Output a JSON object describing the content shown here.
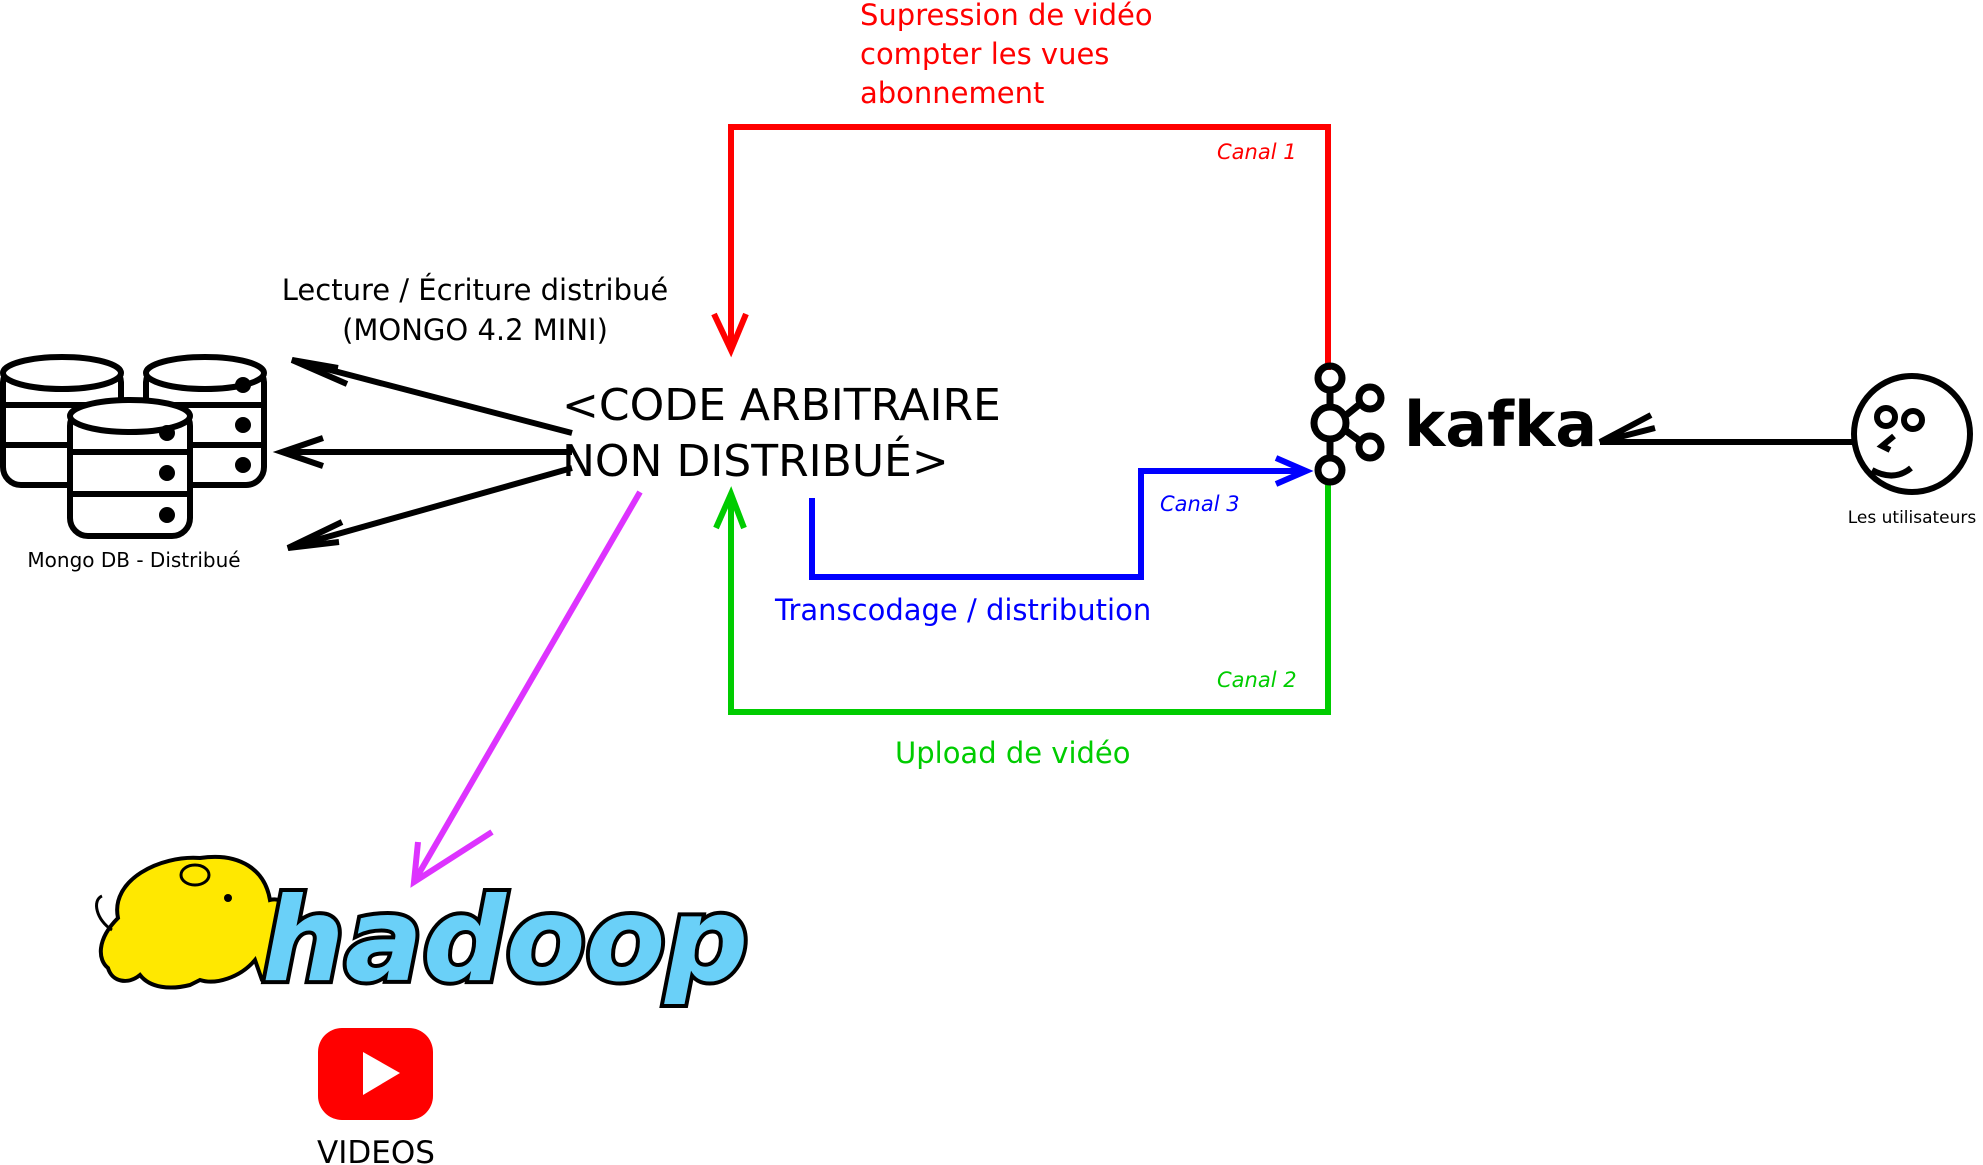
{
  "code_block": {
    "line1": "<CODE ARBITRAIRE",
    "line2": "NON DISTRIBUÉ>"
  },
  "mongo": {
    "caption_line1": "Lecture / Écriture distribué",
    "caption_line2": "(MONGO 4.2 MINI)",
    "label": "Mongo DB - Distribué",
    "icon": "database-cluster-icon"
  },
  "kafka": {
    "label": "kafka",
    "icon": "kafka-logo-icon"
  },
  "users": {
    "label": "Les utilisateurs",
    "icon": "user-face-icon"
  },
  "channels": {
    "canal1": {
      "label": "Canal 1",
      "color": "#ff0000",
      "desc_line1": "Supression de vidéo",
      "desc_line2": "compter les vues",
      "desc_line3": "abonnement"
    },
    "canal2": {
      "label": "Canal 2",
      "color": "#00cc00",
      "desc": "Upload de vidéo"
    },
    "canal3": {
      "label": "Canal 3",
      "color": "#0000ff",
      "desc": "Transcodage / distribution"
    }
  },
  "hadoop": {
    "label": "hadoop",
    "icon": "hadoop-elephant-icon",
    "link_color": "#dd33ff"
  },
  "videos": {
    "label": "VIDEOS",
    "icon": "youtube-play-icon"
  }
}
